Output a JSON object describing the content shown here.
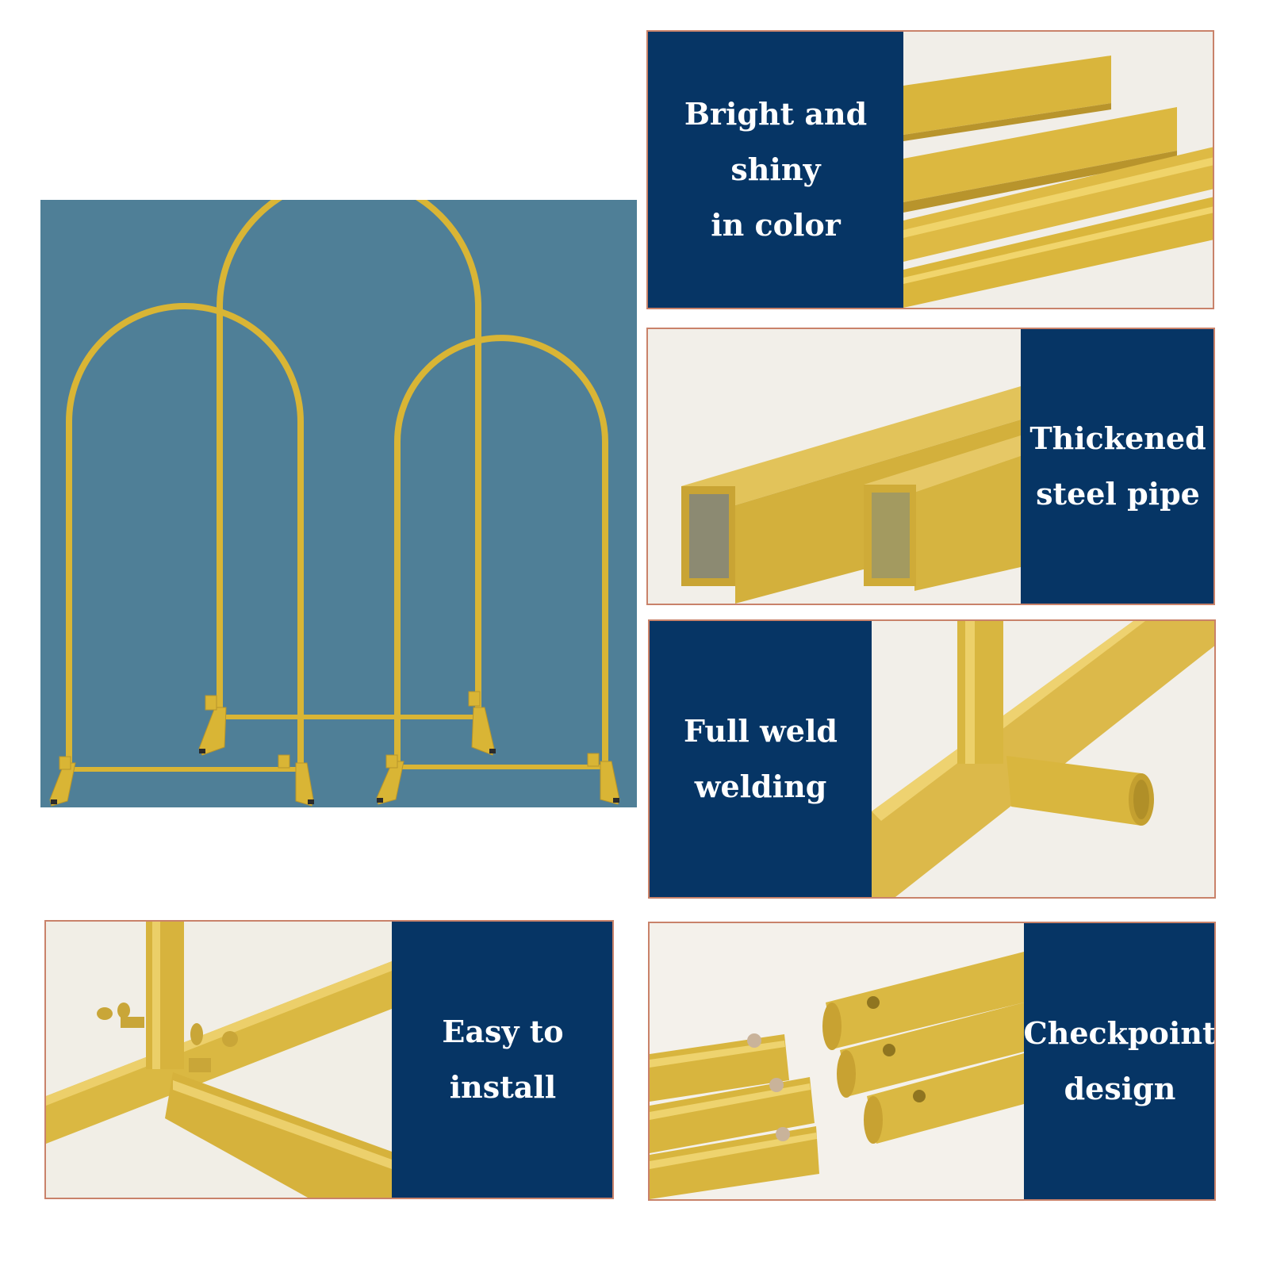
{
  "features": {
    "bright": {
      "caption": "Bright and\nshiny\nin color"
    },
    "thickened": {
      "caption": "Thickened\nsteel pipe"
    },
    "weld": {
      "caption": "Full weld\nwelding"
    },
    "install": {
      "caption": "Easy to\ninstall"
    },
    "checkpoint": {
      "caption": "Checkpoint\ndesign"
    }
  },
  "colors": {
    "navy": "#063565",
    "gold": "#d8b438",
    "hero_background": "#4f7f97",
    "border": "#c9826a"
  },
  "icons": {
    "hero": "gold-arch-frames-photo",
    "bright": "gold-pipes-photo",
    "thickened": "square-tube-ends-photo",
    "weld": "welded-joint-photo",
    "install": "wing-nut-base-photo",
    "checkpoint": "pipe-connectors-photo"
  }
}
